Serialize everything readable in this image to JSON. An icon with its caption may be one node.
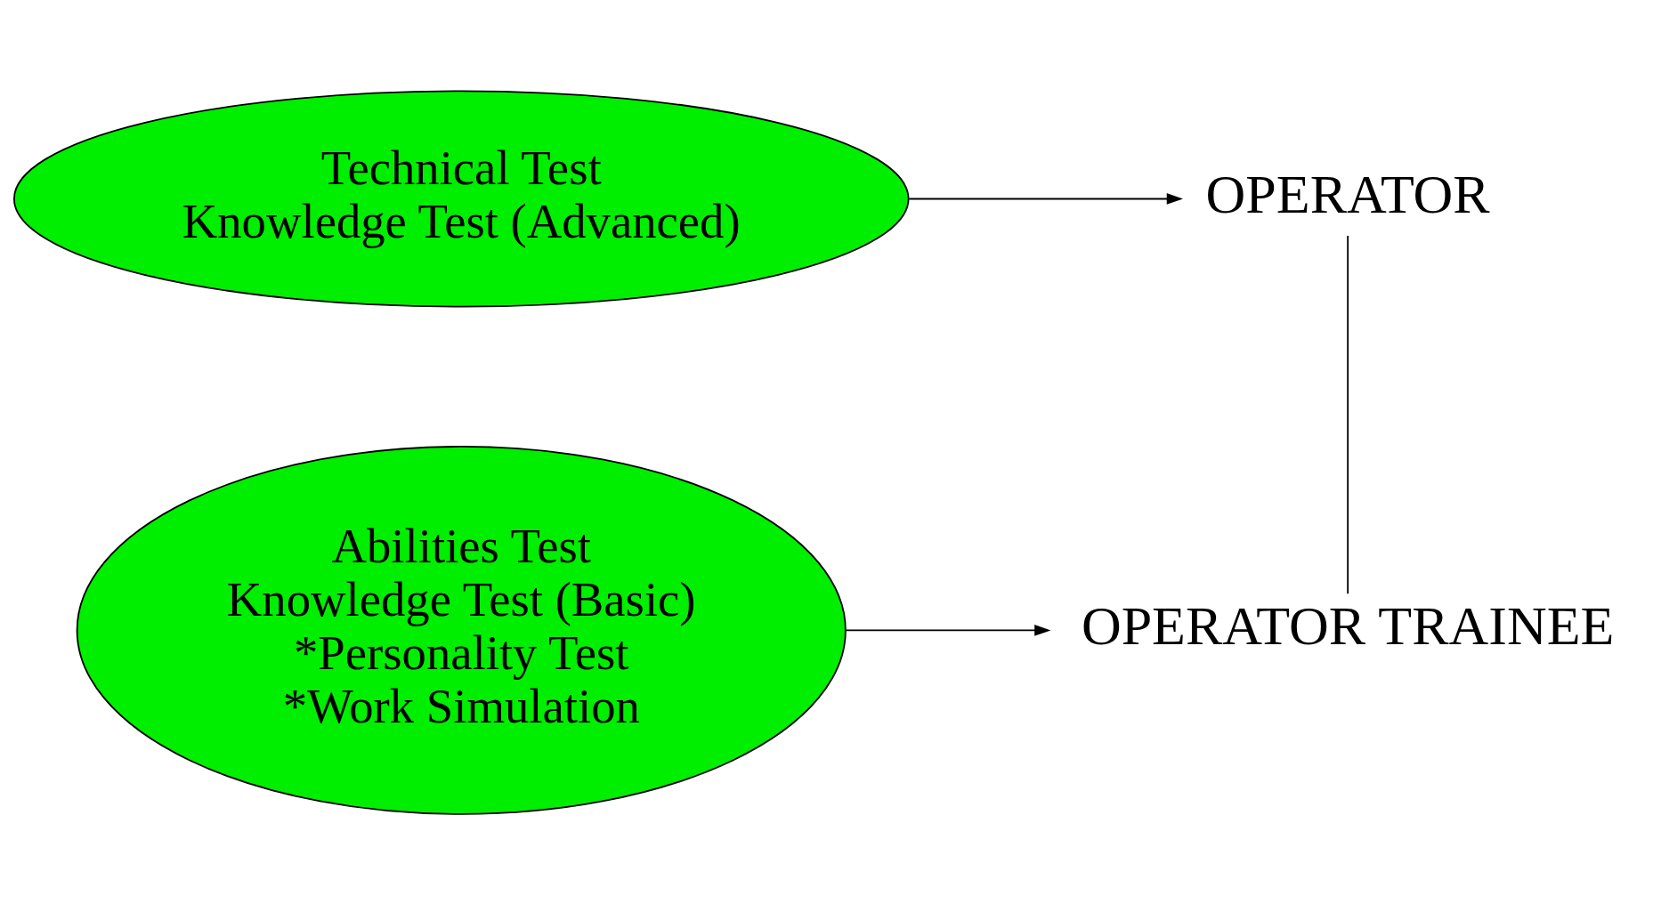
{
  "diagram": {
    "nodes": [
      {
        "text": [
          "Technical Test",
          "Knowledge Test (Advanced)"
        ]
      },
      {
        "text": [
          "OPERATOR"
        ]
      },
      {
        "text": [
          "Abilities Test",
          "Knowledge Test (Basic)",
          "*Personality Test",
          "*Work Simulation"
        ]
      },
      {
        "text": [
          "OPERATOR TRAINEE"
        ]
      }
    ],
    "edges": [
      {
        "from": 0,
        "to": 1,
        "arrow": "to"
      },
      {
        "from": 1,
        "to": 3,
        "arrow": "none"
      },
      {
        "from": 2,
        "to": 3,
        "arrow": "to"
      }
    ]
  }
}
